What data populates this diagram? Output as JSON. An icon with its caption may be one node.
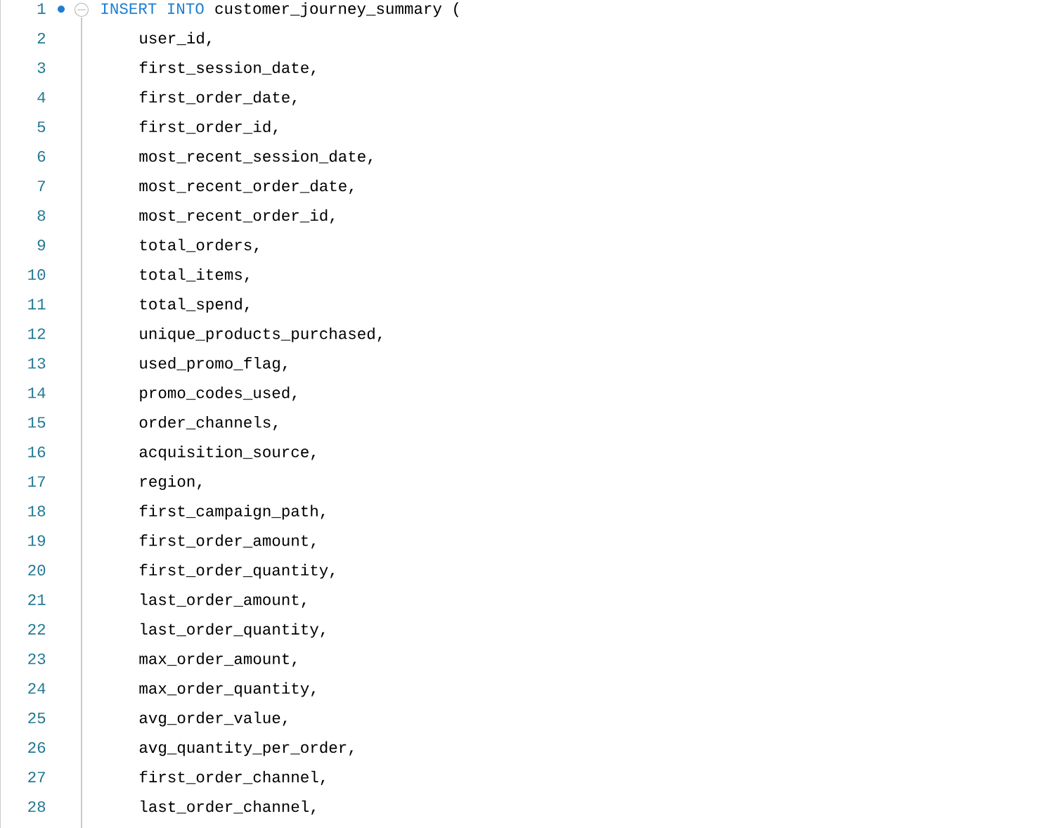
{
  "diagram": {
    "labels": [
      "1",
      "INSERT INTO",
      "customer_journey_summary (",
      "2",
      "user_id,",
      "3",
      "first_session_date,",
      "4",
      "first_order_date,",
      "5",
      "first_order_id,",
      "6",
      "most_recent_session_date,",
      "7",
      "most_recent_order_date,",
      "8",
      "most_recent_order_id,",
      "9",
      "total_orders,",
      "10",
      "total_items,",
      "11",
      "total_spend,",
      "12",
      "unique_products_purchased,",
      "13",
      "used_promo_flag,",
      "14",
      "promo_codes_used,",
      "15",
      "order_channels,",
      "16",
      "acquisition_source,",
      "17",
      "region,",
      "18",
      "first_campaign_path,",
      "19",
      "first_order_amount,",
      "20",
      "first_order_quantity,",
      "21",
      "last_order_amount,",
      "22",
      "last_order_quantity,",
      "23",
      "max_order_amount,",
      "24",
      "max_order_quantity,",
      "25",
      "avg_order_value,",
      "26",
      "avg_quantity_per_order,",
      "27",
      "first_order_channel,",
      "28",
      "last_order_channel,"
    ]
  }
}
